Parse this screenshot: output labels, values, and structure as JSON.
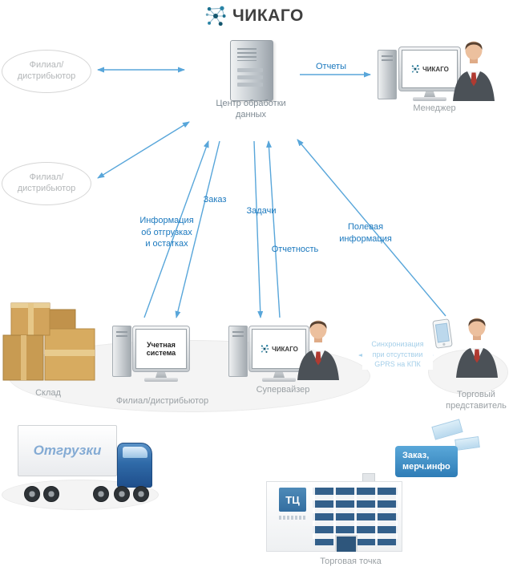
{
  "colors": {
    "arrow_blue": "#58a6da",
    "label_blue": "#1a78be",
    "muted_gray": "#9aa0a4",
    "sync_blue": "#a8d2ec",
    "badge_blue": "#3c8cc4"
  },
  "logo": {
    "text": "ЧИКАГО"
  },
  "nodes": {
    "datacenter": {
      "label": "Центр обработки\nданных"
    },
    "branch_top": {
      "label": "Филиал/\nдистрибьютор"
    },
    "branch_mid": {
      "label": "Филиал/\nдистрибьютор"
    },
    "manager": {
      "label": "Менеджер",
      "screen_logo": "ЧИКАГО"
    },
    "warehouse": {
      "label": "Склад"
    },
    "accounting": {
      "screen_text": "Учетная\nсистема",
      "label": "Филиал/дистрибьютор"
    },
    "supervisor": {
      "label": "Супервайзер",
      "screen_logo": "ЧИКАГО"
    },
    "sales_rep": {
      "label": "Торговый\nпредставитель"
    },
    "truck": {
      "trailer_text": "Отгрузки"
    },
    "store": {
      "sign": "ТЦ",
      "label": "Торговая точка",
      "badge": "Заказ,\nмерч.инфо"
    }
  },
  "arrows": {
    "reports": {
      "label": "Отчеты"
    },
    "order": {
      "label": "Заказ"
    },
    "tasks": {
      "label": "Задачи"
    },
    "shipments_info": {
      "label": "Информация\nоб отгрузках\nи остатках"
    },
    "reporting": {
      "label": "Отчетность"
    },
    "field_info": {
      "label": "Полевая\nинформация"
    },
    "sync": {
      "label": "Синхронизация\nпри отсутствии\nGPRS на КПК"
    }
  }
}
